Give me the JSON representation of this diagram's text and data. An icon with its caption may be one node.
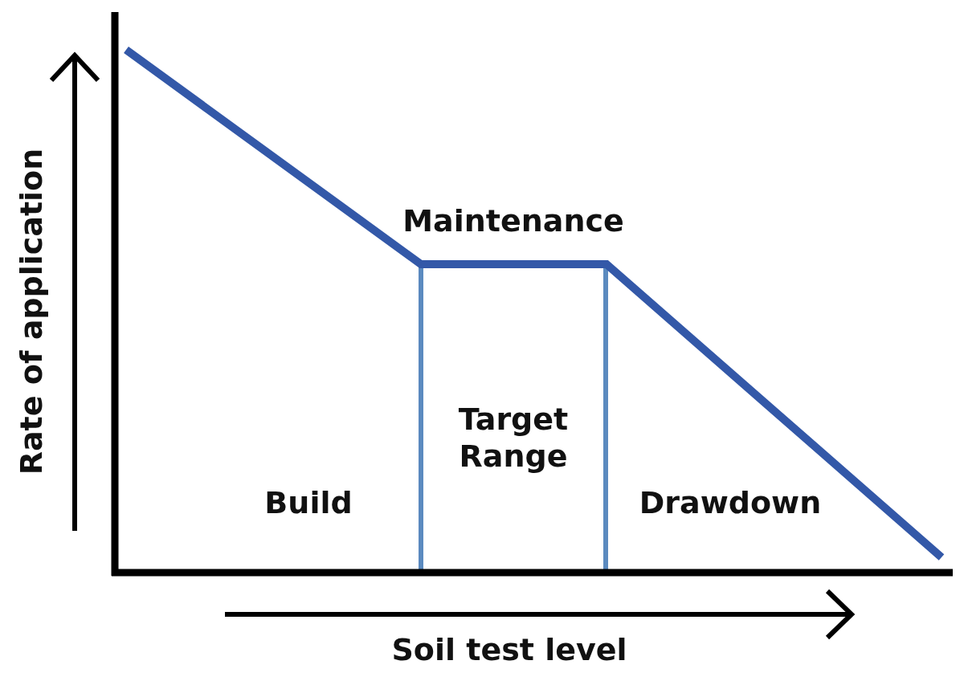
{
  "diagram": {
    "labels": [
      "Rate of application",
      "Maintenance",
      "Target Range",
      "Build",
      "Drawdown",
      "Soil test level"
    ]
  }
}
